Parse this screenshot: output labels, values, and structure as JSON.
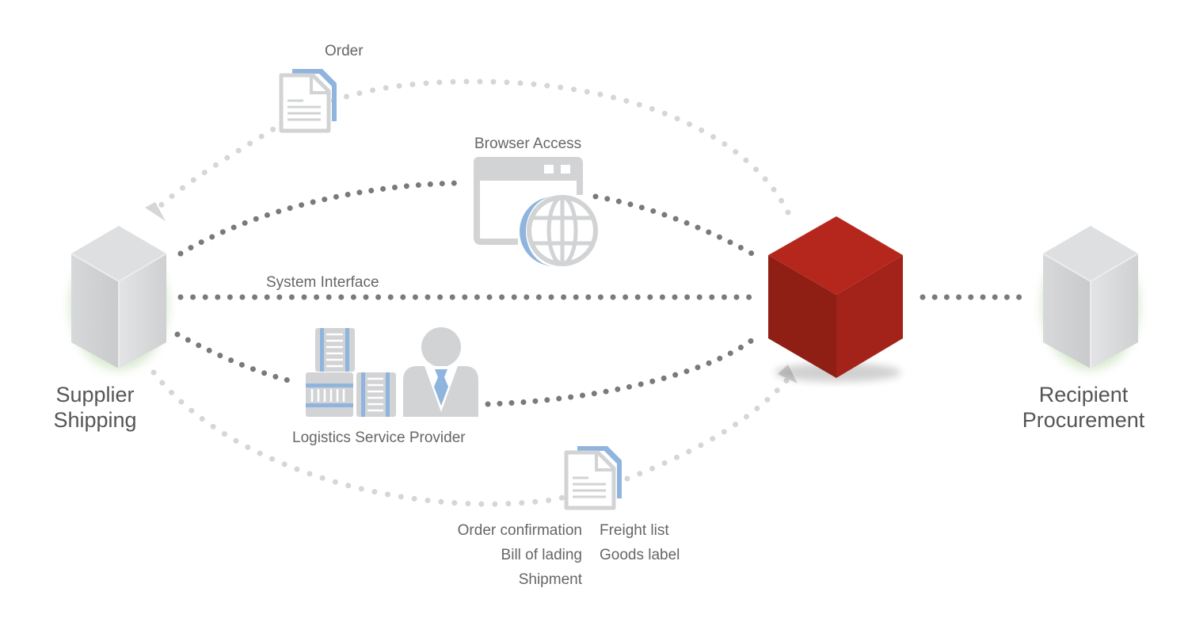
{
  "nodes": {
    "supplier": {
      "line1": "Supplier",
      "line2": "Shipping",
      "color": "#d3d4d6"
    },
    "hub": {
      "color": "#b1231a"
    },
    "recipient": {
      "line1": "Recipient",
      "line2": "Procurement",
      "color": "#d3d4d6"
    }
  },
  "connections": {
    "order": "Order",
    "browser_access": "Browser Access",
    "system_interface": "System Interface",
    "logistics_service_provider": "Logistics Service Provider"
  },
  "documents": {
    "left": [
      "Order confirmation",
      "Bill of lading",
      "Shipment"
    ],
    "right": [
      "Freight list",
      "Goods label"
    ]
  },
  "icons": [
    "document-icon",
    "browser-window-icon",
    "globe-icon",
    "pallet-icon",
    "person-icon"
  ],
  "colors": {
    "dot_dark": "#7a7a7a",
    "dot_light": "#d6d6d6",
    "icon_gray": "#d2d3d5",
    "icon_blue": "#8fb4de",
    "hub_red": "#b1231a"
  }
}
